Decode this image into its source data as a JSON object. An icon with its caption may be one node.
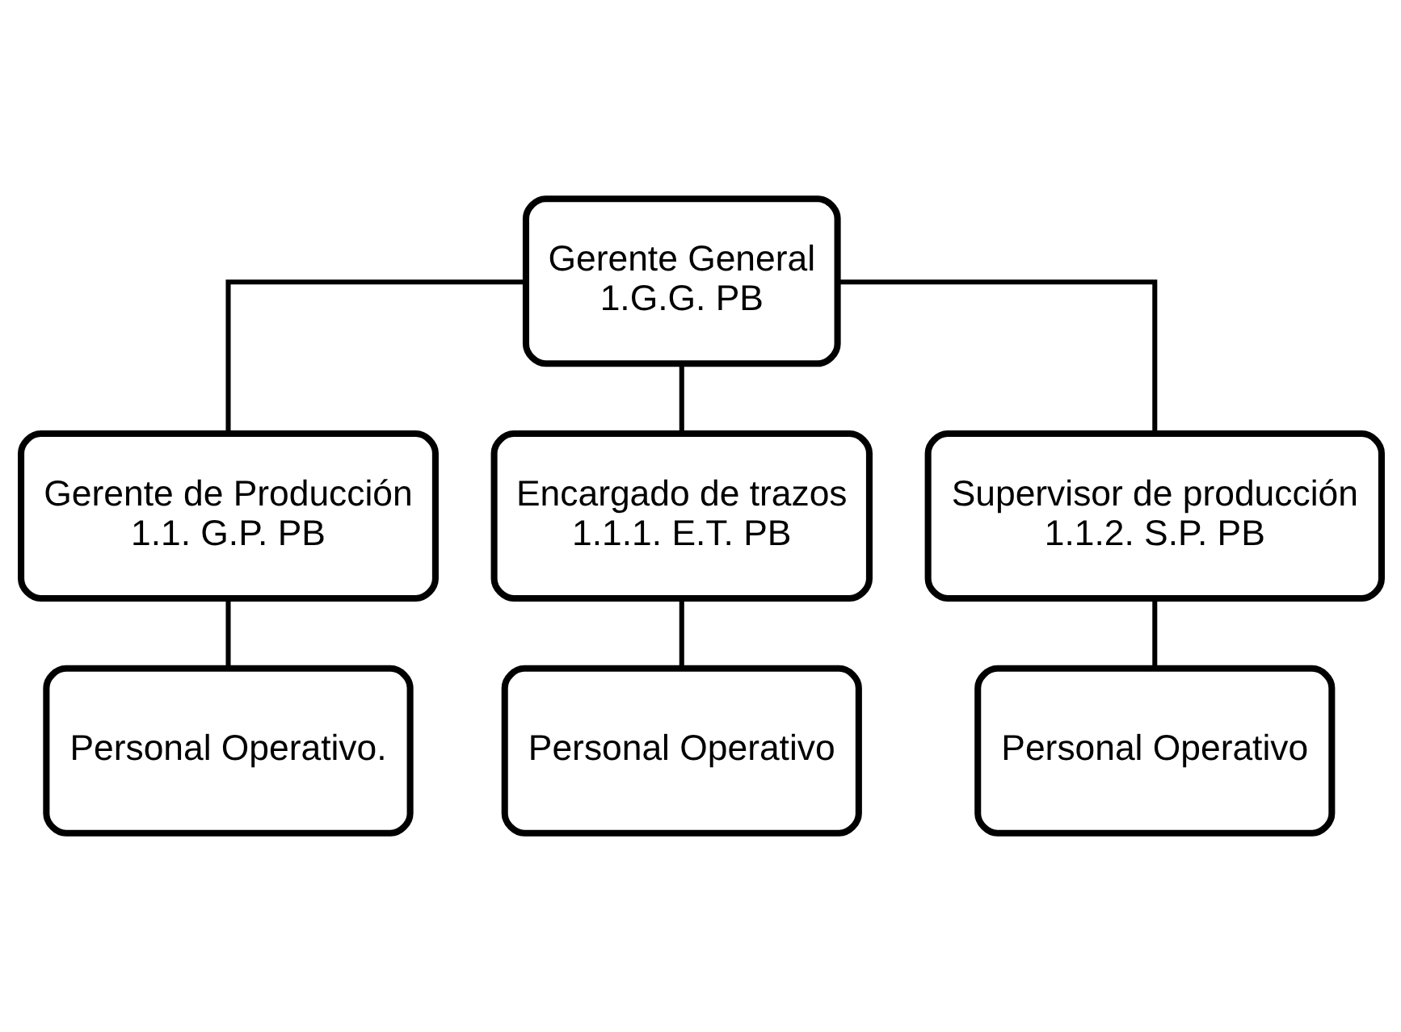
{
  "diagram": {
    "nodes": [
      {
        "text": [
          "Gerente General",
          "1.G.G. PB"
        ]
      },
      {
        "text": [
          "Gerente de Producción",
          "1.1. G.P. PB"
        ]
      },
      {
        "text": [
          "Encargado de trazos",
          "1.1.1. E.T. PB"
        ]
      },
      {
        "text": [
          "Supervisor de producción",
          "1.1.2. S.P. PB"
        ]
      },
      {
        "text": [
          "Personal Operativo."
        ]
      },
      {
        "text": [
          "Personal Operativo"
        ]
      },
      {
        "text": [
          "Personal Operativo"
        ]
      }
    ],
    "edges": [
      {
        "from": 0,
        "to": 1,
        "arrow": "none"
      },
      {
        "from": 0,
        "to": 2,
        "arrow": "none"
      },
      {
        "from": 0,
        "to": 3,
        "arrow": "none"
      },
      {
        "from": 1,
        "to": 4,
        "arrow": "none"
      },
      {
        "from": 2,
        "to": 5,
        "arrow": "none"
      },
      {
        "from": 3,
        "to": 6,
        "arrow": "none"
      }
    ]
  }
}
